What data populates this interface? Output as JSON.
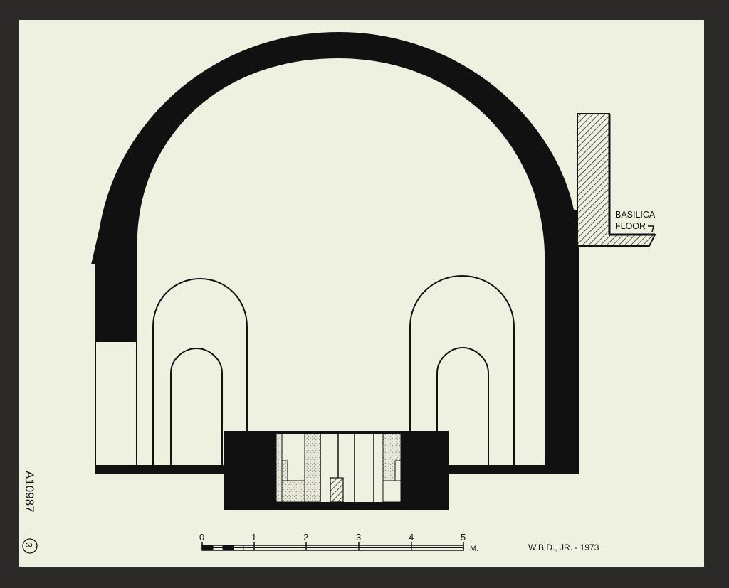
{
  "colors": {
    "background": "#2b2a28",
    "paper": "#eef0e0",
    "ink": "#111111",
    "stipple": "#d9d9cc"
  },
  "labels": {
    "basilica_line1": "BASILICA",
    "basilica_line2": "FLOOR",
    "credit": "W.B.D., JR. - 1973",
    "archive_number": "A10987",
    "archive_circled": "3"
  },
  "scale": {
    "ticks": [
      "0",
      "1",
      "2",
      "3",
      "4",
      "5"
    ],
    "unit": "M."
  }
}
